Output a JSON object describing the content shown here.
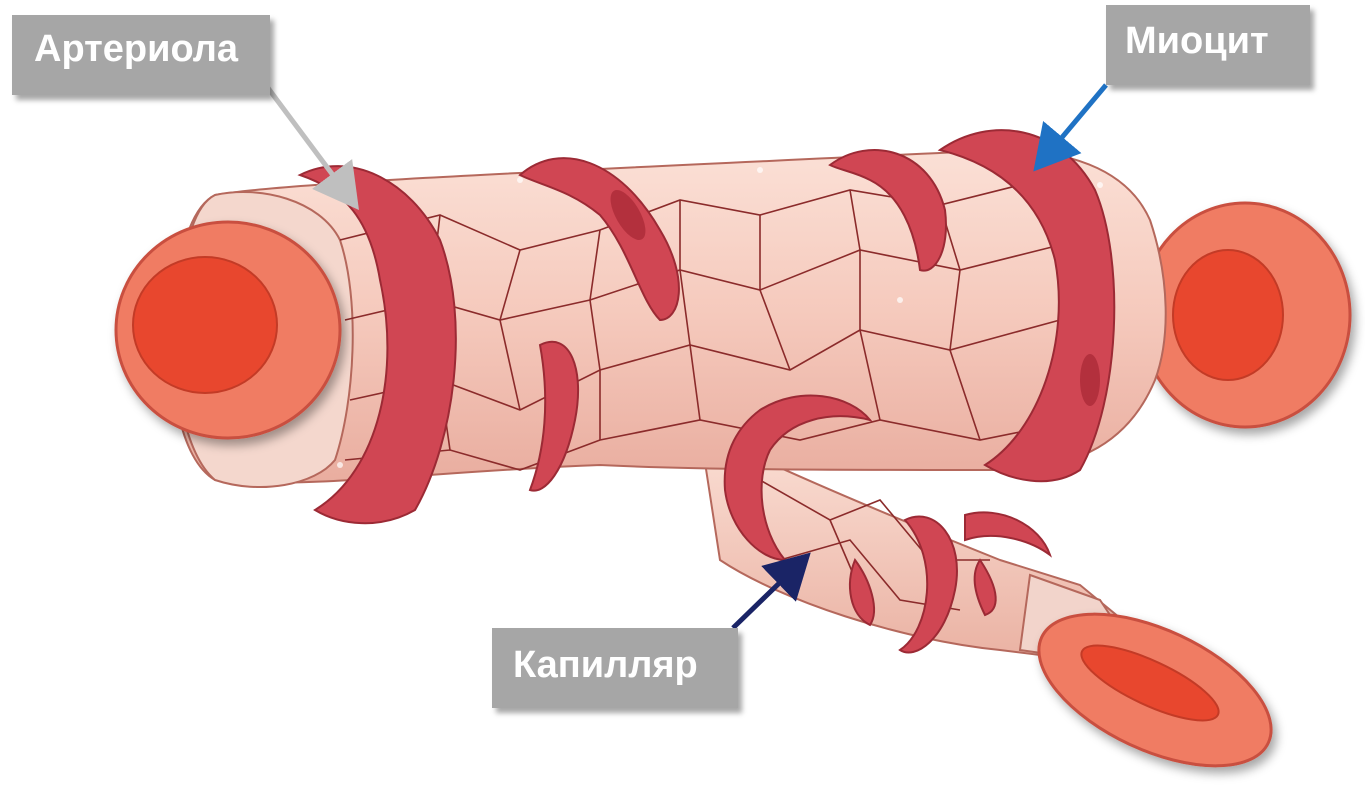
{
  "labels": {
    "arteriole": "Артериола",
    "myocyte": "Миоцит",
    "capillary": "Капилляр"
  },
  "colors": {
    "label_bg": "#a6a6a6",
    "label_text": "#ffffff",
    "vessel_wall": "#f5c9bc",
    "endothelial_lines": "#8b2b2b",
    "muscle_band": "#d04653",
    "blood_cell": "#f07c63",
    "blood_cell_core": "#e8412b",
    "arrow_arteriole": "#bfbfbf",
    "arrow_myocyte": "#1f72c4",
    "arrow_capillary": "#1a2466"
  }
}
